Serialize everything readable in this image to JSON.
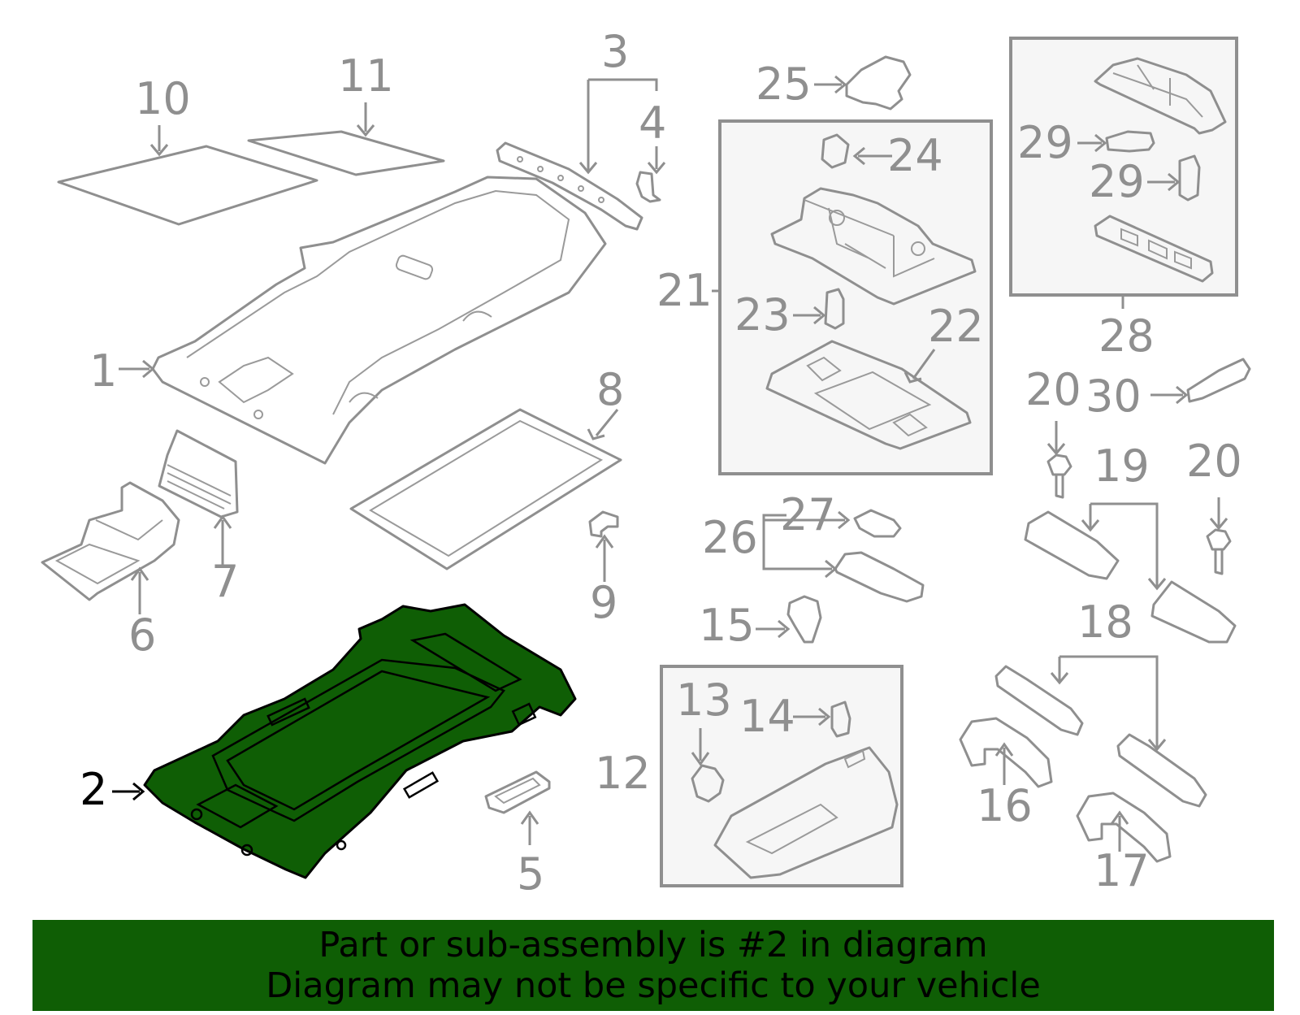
{
  "colors": {
    "highlight": "#0f5e05",
    "line_gray": "#8f8f8f",
    "box_fill": "#f6f6f6",
    "highlight_text": "#000000"
  },
  "highlighted_part": "2",
  "callouts": {
    "c1": "1",
    "c2": "2",
    "c3": "3",
    "c4": "4",
    "c5": "5",
    "c6": "6",
    "c7": "7",
    "c8": "8",
    "c9": "9",
    "c10": "10",
    "c11": "11",
    "c12": "12",
    "c13": "13",
    "c14": "14",
    "c15": "15",
    "c16": "16",
    "c17": "17",
    "c18": "18",
    "c19": "19",
    "c20a": "20",
    "c20b": "20",
    "c21": "21",
    "c22": "22",
    "c23": "23",
    "c24": "24",
    "c25": "25",
    "c26": "26",
    "c27": "27",
    "c28": "28",
    "c29a": "29",
    "c29b": "29",
    "c30": "30"
  },
  "banner": {
    "line1": "Part or sub-assembly is #2 in diagram",
    "line2": "Diagram may not be specific to your vehicle"
  }
}
